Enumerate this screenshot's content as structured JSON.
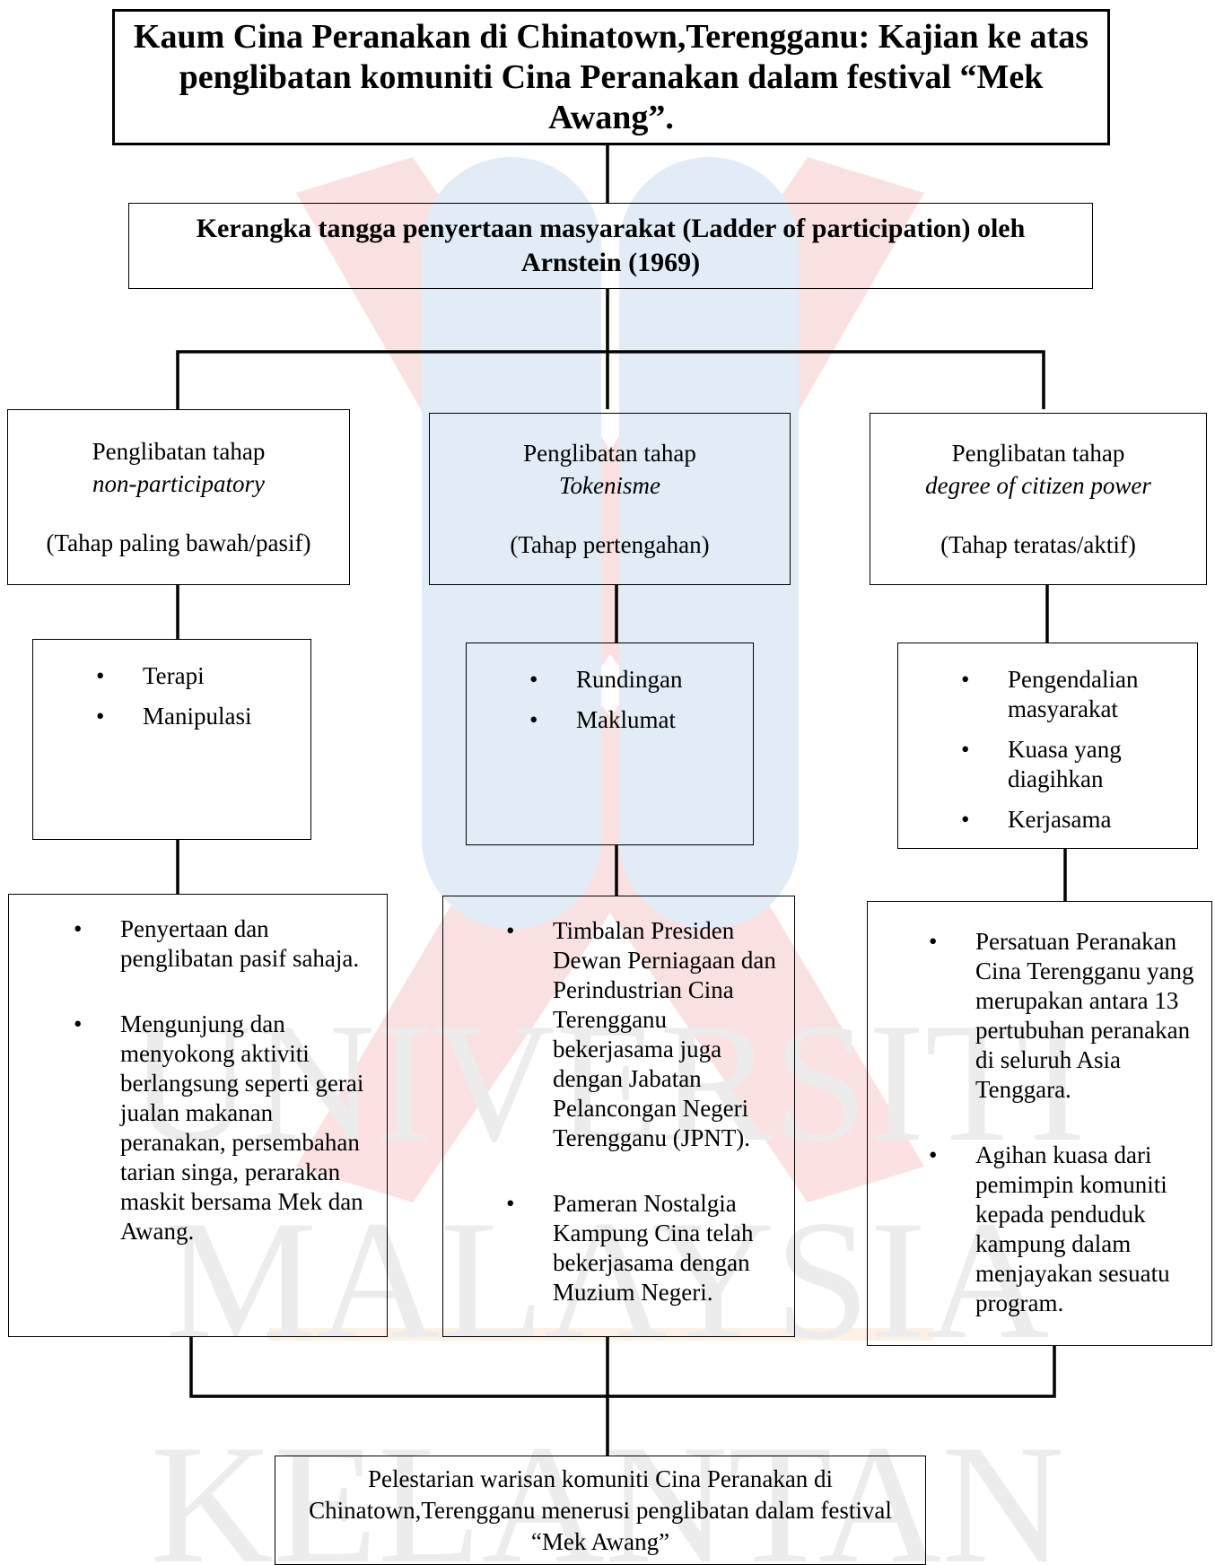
{
  "watermark": [
    "UNIVERSITI",
    "MALAYSIA",
    "KELANTAN"
  ],
  "title": "Kaum Cina Peranakan di Chinatown,Terengganu: Kajian ke atas penglibatan komuniti Cina Peranakan dalam festival “Mek Awang”.",
  "framework": "Kerangka tangga penyertaan masyarakat (Ladder of participation) oleh Arnstein (1969)",
  "levels": [
    {
      "line1": "Penglibatan tahap",
      "line2": "non-participatory",
      "note": "(Tahap paling bawah/pasif)",
      "items": [
        "Terapi",
        "Manipulasi"
      ],
      "details": [
        "Penyertaan dan penglibatan pasif sahaja.",
        "Mengunjung dan menyokong aktiviti berlangsung seperti gerai jualan makanan peranakan, persembahan tarian singa, perarakan maskit bersama Mek dan Awang."
      ]
    },
    {
      "line1": "Penglibatan tahap",
      "line2": "Tokenisme",
      "note": "(Tahap pertengahan)",
      "items": [
        "Rundingan",
        "Maklumat"
      ],
      "details": [
        "Timbalan Presiden Dewan Perniagaan dan Perindustrian Cina Terengganu bekerjasama juga dengan Jabatan Pelancongan Negeri Terengganu (JPNT).",
        "Pameran Nostalgia Kampung Cina telah bekerjasama dengan Muzium Negeri."
      ]
    },
    {
      "line1": "Penglibatan tahap",
      "line2": "degree of citizen power",
      "note": "(Tahap teratas/aktif)",
      "items": [
        "Pengendalian masyarakat",
        "Kuasa yang diagihkan",
        "Kerjasama"
      ],
      "details": [
        "Persatuan Peranakan Cina Terengganu yang merupakan antara 13 pertubuhan peranakan di seluruh Asia Tenggara.",
        "Agihan kuasa dari pemimpin komuniti kepada penduduk kampung dalam menjayakan sesuatu program."
      ]
    }
  ],
  "outcome": "Pelestarian warisan komuniti Cina Peranakan di Chinatown,Terengganu menerusi penglibatan dalam festival “Mek Awang”"
}
